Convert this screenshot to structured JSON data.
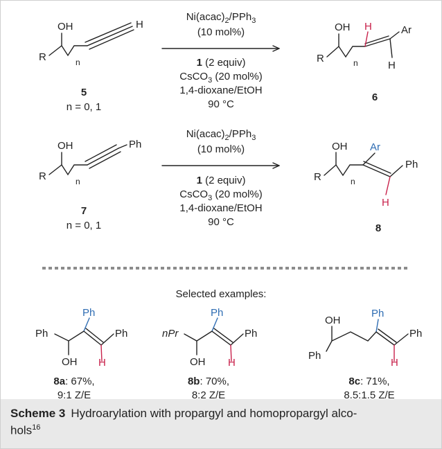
{
  "reaction1": {
    "reagents_line1": "Ni(acac)2/PPh3",
    "reagents_line2": "(10 mol%)",
    "cond_a": "1",
    "cond_a_rest": " (2 equiv)",
    "cond_b": "CsCO3 (20 mol%)",
    "cond_c": "1,4-dioxane/EtOH",
    "cond_d": "90 °C",
    "sm_label": "5",
    "sm_sub": "n = 0, 1",
    "product_label": "6"
  },
  "reaction2": {
    "reagents_line1": "Ni(acac)2/PPh3",
    "reagents_line2": "(10 mol%)",
    "cond_a": "1",
    "cond_a_rest": " (2 equiv)",
    "cond_b": "CsCO3 (20 mol%)",
    "cond_c": "1,4-dioxane/EtOH",
    "cond_d": "90 °C",
    "sm_label": "7",
    "sm_sub": "n = 0, 1",
    "product_label": "8"
  },
  "atoms": {
    "oh": "OH",
    "r": "R",
    "n": "n",
    "h": "H",
    "ar": "Ar",
    "ph": "Ph",
    "npr": "nPr"
  },
  "examples_heading": "Selected examples:",
  "examples": [
    {
      "label": "8a",
      "yield": ": 67%,",
      "ratio": "9:1 Z/E"
    },
    {
      "label": "8b",
      "yield": ": 70%,",
      "ratio": "8:2 Z/E"
    },
    {
      "label": "8c",
      "yield": ": 71%,",
      "ratio": "8.5:1.5 Z/E"
    }
  ],
  "caption": {
    "label": "Scheme 3",
    "text_line1": "Hydroarylation with propargyl and homopropargyl alco-",
    "text_line2": "hols",
    "ref": "16"
  },
  "colors": {
    "hydrogen": "#c8204a",
    "aryl": "#2f6db3",
    "bond": "#222222",
    "divider": "#8c8c8c"
  }
}
